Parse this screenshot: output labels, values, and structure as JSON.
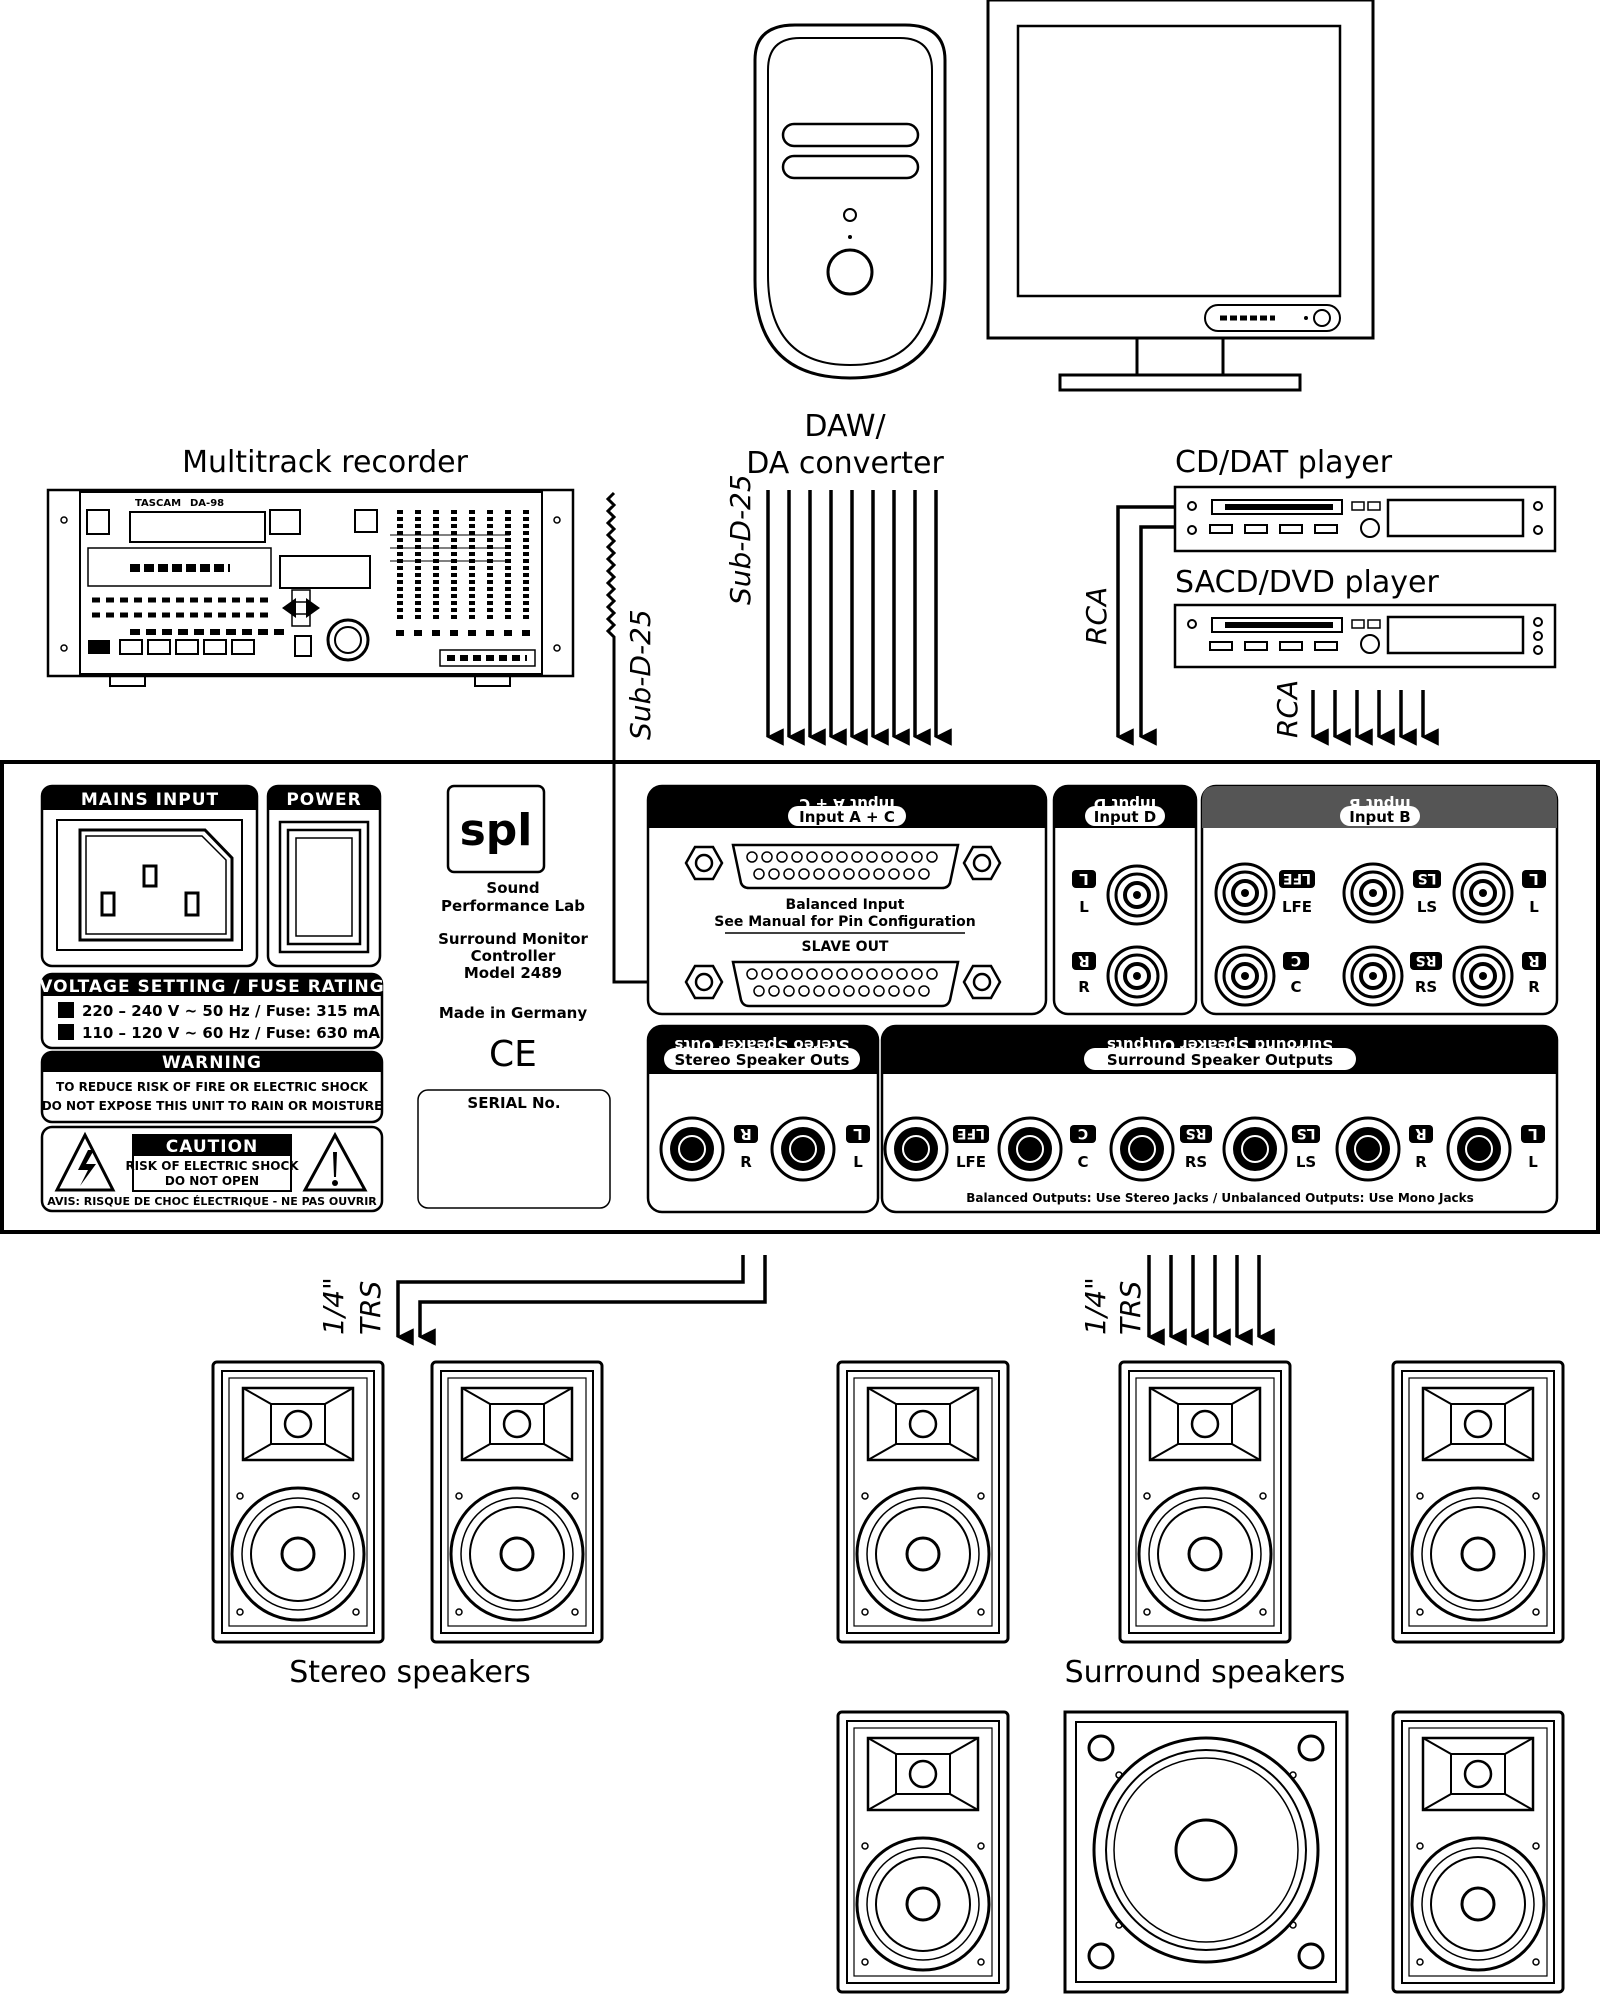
{
  "devices": {
    "daw": [
      "DAW/",
      "DA converter"
    ],
    "multitrack": "Multitrack recorder",
    "multitrack_brand": "TASCAM",
    "multitrack_model": "DA-98",
    "cd_dat": "CD/DAT player",
    "sacd_dvd": "SACD/DVD player"
  },
  "cables": {
    "subd_daw": "Sub-D-25",
    "subd_multitrack": "Sub-D-25",
    "rca_left": "RCA",
    "rca_right": "RCA",
    "trs_stereo": [
      "1/4\"",
      "TRS"
    ],
    "trs_surround": [
      "1/4\"",
      "TRS"
    ]
  },
  "panel": {
    "mains_input": "MAINS INPUT",
    "power": "POWER",
    "voltage_title": "VOLTAGE SETTING / FUSE RATING",
    "voltage_lines": [
      "220 – 240 V ~ 50 Hz / Fuse: 315 mA",
      "110 – 120 V ~ 60 Hz / Fuse: 630 mA"
    ],
    "warning_title": "WARNING",
    "warning_lines": [
      "TO REDUCE RISK OF FIRE OR ELECTRIC SHOCK",
      "DO NOT EXPOSE THIS UNIT TO RAIN OR MOISTURE"
    ],
    "caution_title": "CAUTION",
    "caution_lines": [
      "RISK OF ELECTRIC SHOCK",
      "DO NOT OPEN"
    ],
    "avis": "AVIS: RISQUE DE CHOC ÉLECTRIQUE - NE PAS OUVRIR",
    "logo": "spl",
    "company": [
      "Sound",
      "Performance Lab"
    ],
    "product": [
      "Surround Monitor",
      "Controller",
      "Model 2489"
    ],
    "made_in": "Made in Germany",
    "ce": "CE",
    "serial": "SERIAL No.",
    "input_ac": "Input A + C",
    "input_d": "Input D",
    "input_b": "Input B",
    "balanced_input": "Balanced Input",
    "see_manual": "See Manual for Pin Configuration",
    "slave_out": "SLAVE OUT",
    "stereo_outs": "Stereo Speaker Outs",
    "surround_outs": "Surround Speaker Outputs",
    "outputs_note": "Balanced Outputs: Use Stereo Jacks / Unbalanced Outputs: Use Mono Jacks",
    "ch": {
      "L": "L",
      "R": "R",
      "C": "C",
      "LFE": "LFE",
      "LS": "LS",
      "RS": "RS"
    }
  },
  "speakers": {
    "stereo": "Stereo speakers",
    "surround": "Surround speakers"
  }
}
